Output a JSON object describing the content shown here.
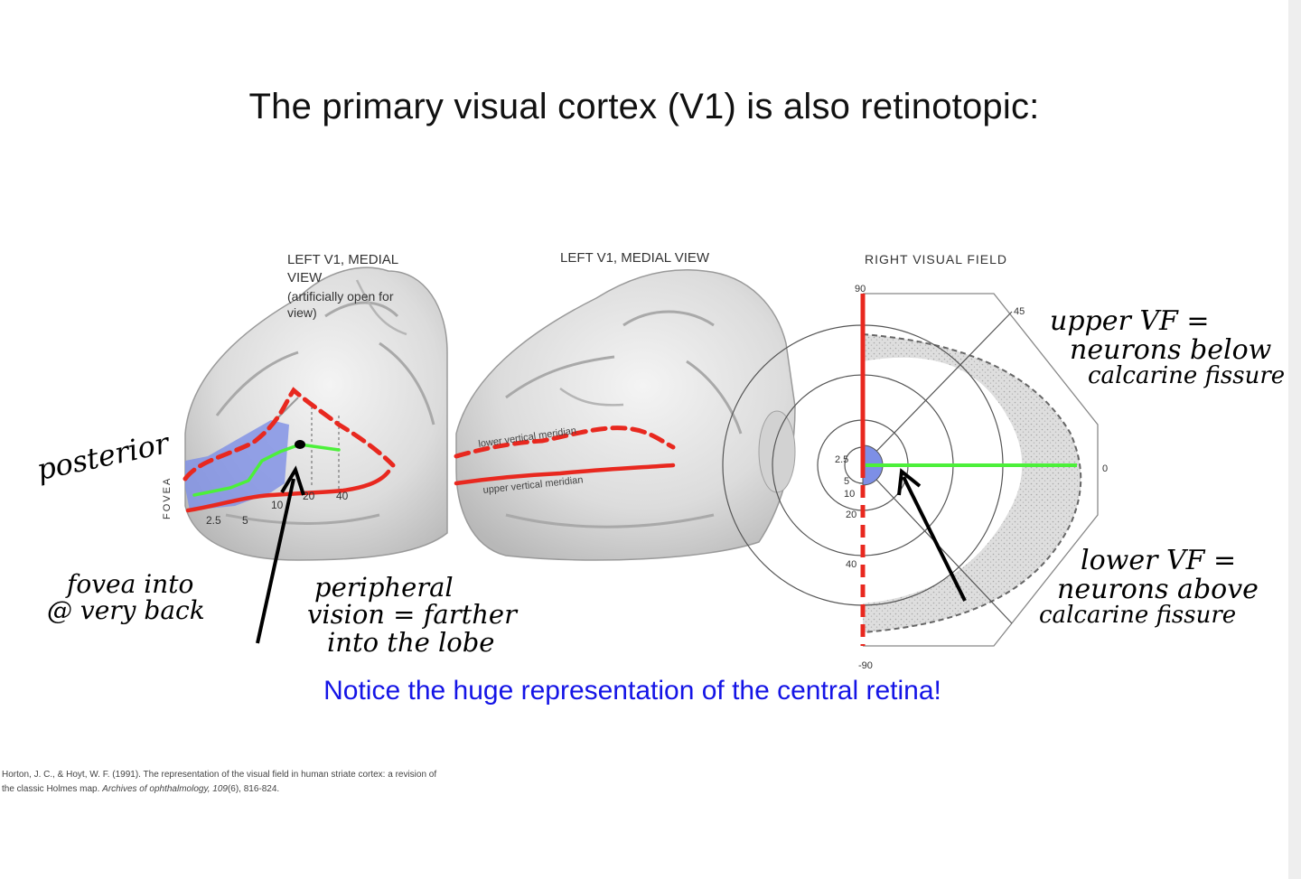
{
  "slide": {
    "title": "The primary visual cortex (V1) is also retinotopic:",
    "notice": "Notice the huge representation of the central retina!",
    "citation": {
      "line1": "Horton, J. C., & Hoyt, W. F. (1991). The representation of the visual field in human striate cortex: a revision of",
      "line2_start": "the classic Holmes map. ",
      "line2_journal": "Archives of ophthalmology, 109",
      "line2_end": "(6), 816-824."
    }
  },
  "panels": {
    "left": {
      "label_line1": "LEFT V1, MEDIAL",
      "label_line2": "VIEW",
      "label_line3": "(artificially open for",
      "label_line4": "view)",
      "fovea": "FOVEA",
      "ticks": [
        "2.5",
        "5",
        "10",
        "20",
        "40"
      ]
    },
    "middle": {
      "label": "LEFT V1, MEDIAL VIEW",
      "lower_meridian": "lower vertical meridian",
      "upper_meridian": "upper vertical meridian"
    },
    "right": {
      "label": "RIGHT VISUAL FIELD",
      "ticks": {
        "top": "90",
        "diag": "45",
        "zero": "0",
        "bottom": "-90",
        "r25": "2.5",
        "r5": "5",
        "r10": "10",
        "r20": "20",
        "r40": "40"
      }
    }
  },
  "annotations": {
    "posterior": "posterior",
    "fovea_back_1": "fovea into",
    "fovea_back_2": "@ very back",
    "peripheral_1": "peripheral",
    "peripheral_2": "vision = farther",
    "peripheral_3": "into the lobe",
    "upper_vf_1": "upper VF =",
    "upper_vf_2": "neurons below",
    "upper_vf_3": "calcarine fissure",
    "lower_vf_1": "lower VF =",
    "lower_vf_2": "neurons above",
    "lower_vf_3": "calcarine fissure"
  },
  "colors": {
    "title": "#111111",
    "notice": "#1414e6",
    "red_boundary": "#e8281f",
    "green_meridian": "#4cf03a",
    "blue_region": "#7d8fe6",
    "arrow": "#000000",
    "brain_fill": "#d9d9d9",
    "stipple": "#cfcfcf"
  }
}
